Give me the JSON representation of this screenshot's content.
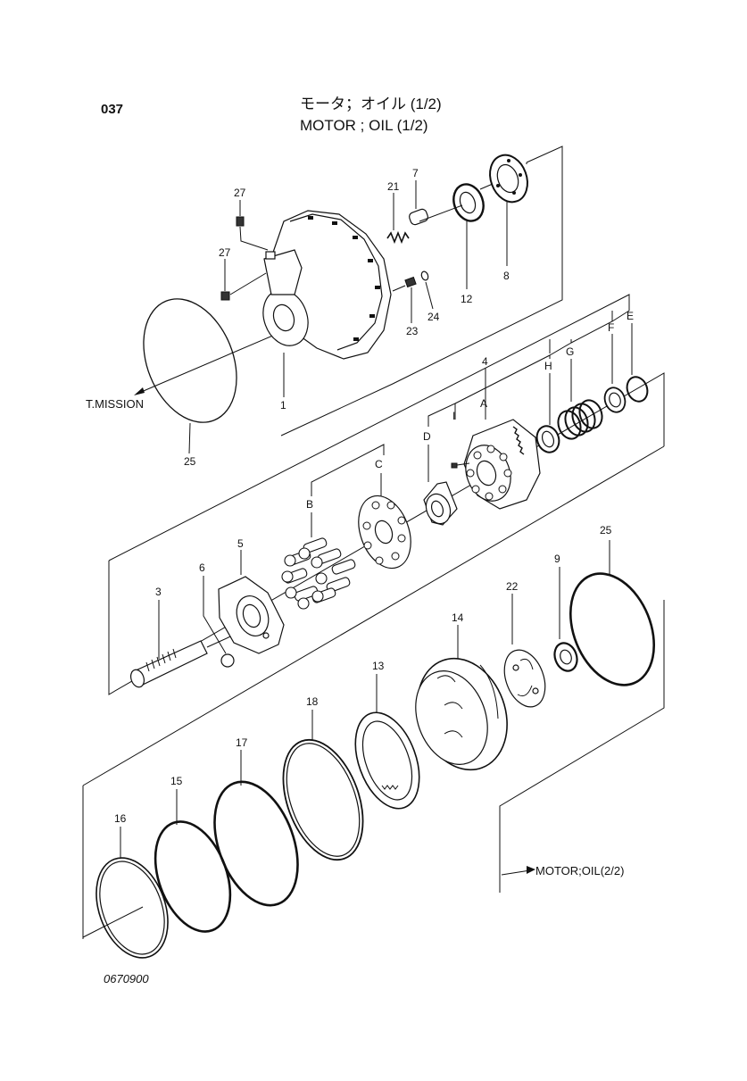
{
  "header": {
    "code": "037",
    "title_jp": "モータ；オイル (1/2)",
    "title_en": "MOTOR ; OIL (1/2)"
  },
  "notes": {
    "to_mission": "T.MISSION",
    "continued": "MOTOR;OIL(2/2)"
  },
  "footer": {
    "drawing_number": "0670900"
  },
  "callouts": {
    "c1": "1",
    "c3": "3",
    "c5": "5",
    "c6": "6",
    "c7": "7",
    "c8": "8",
    "c9": "9",
    "c12": "12",
    "c13": "13",
    "c14": "14",
    "c15": "15",
    "c16": "16",
    "c17": "17",
    "c18": "18",
    "c21": "21",
    "c22": "22",
    "c23": "23",
    "c24": "24",
    "c25a": "25",
    "c25b": "25",
    "c27a": "27",
    "c27b": "27",
    "A": "A",
    "B": "B",
    "C": "C",
    "D": "D",
    "E": "E",
    "F": "F",
    "G": "G",
    "H": "H",
    "I": "I"
  }
}
